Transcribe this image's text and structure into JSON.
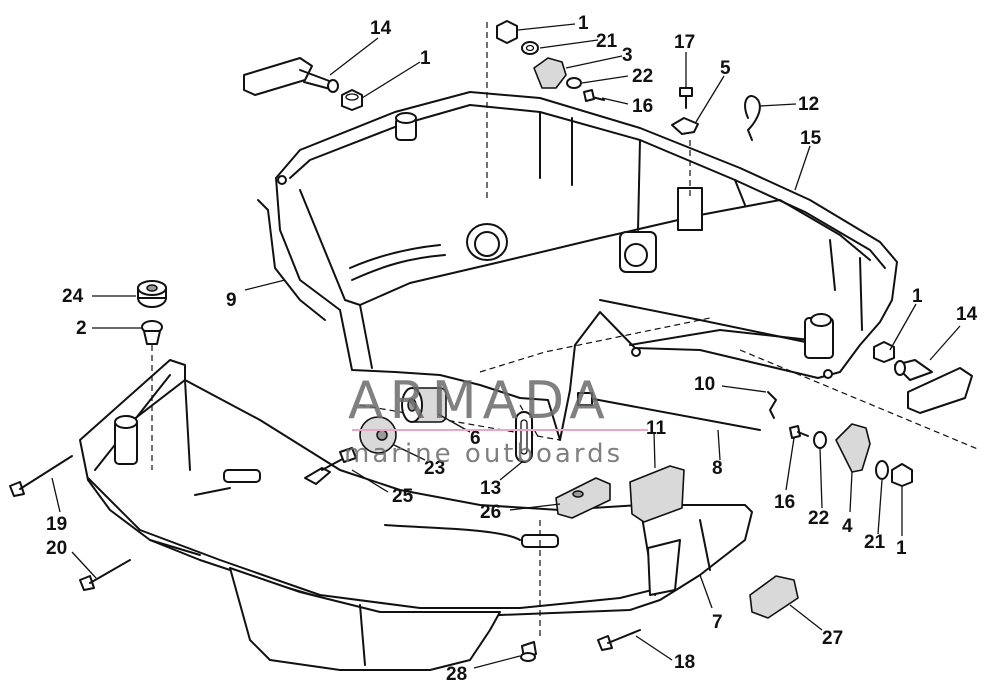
{
  "watermark": {
    "title": "ARMADA",
    "subtitle": "marine outboards",
    "logo_color": "#e9a6c7"
  },
  "callouts": {
    "c14a": "14",
    "c1a": "1",
    "c1b": "1",
    "c21a": "21",
    "c3": "3",
    "c22a": "22",
    "c16a": "16",
    "c17": "17",
    "c5": "5",
    "c12": "12",
    "c15": "15",
    "c9": "9",
    "c24": "24",
    "c2": "2",
    "c1c": "1",
    "c14b": "14",
    "c10": "10",
    "c6": "6",
    "c23": "23",
    "c11": "11",
    "c8": "8",
    "c13": "13",
    "c26": "26",
    "c25": "25",
    "c19": "19",
    "c20": "20",
    "c16b": "16",
    "c22b": "22",
    "c4": "4",
    "c21b": "21",
    "c1d": "1",
    "c7": "7",
    "c27": "27",
    "c18": "18",
    "c28": "28"
  }
}
